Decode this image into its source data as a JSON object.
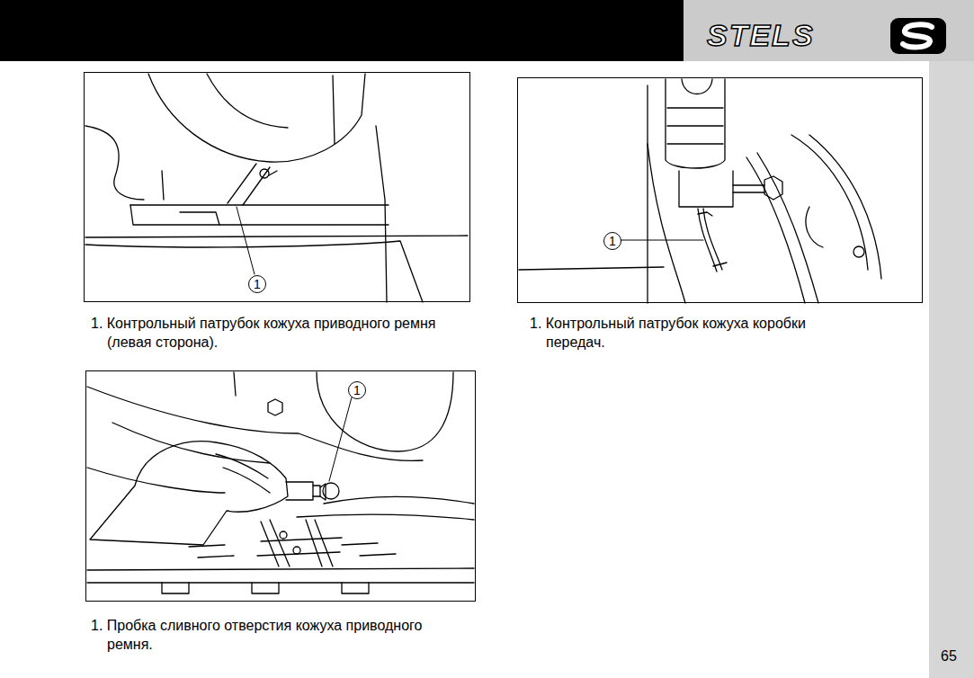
{
  "diagram": {
    "nodes": [
      {
        "text": [
          "1. Контрольный патрубок кожуха приводного ремня (левая сторона)."
        ]
      },
      {
        "text": [
          "1"
        ],
        "in": 0
      },
      {
        "text": [
          "1. Контрольный патрубок кожуха коробки передач."
        ]
      },
      {
        "text": [
          "1"
        ],
        "in": 2
      },
      {
        "text": [
          "1. Пробка сливного отверстия кожуха приводного ремня."
        ]
      },
      {
        "text": [
          "1"
        ],
        "in": 4
      }
    ],
    "edges": [],
    "labels": [
      "STELS",
      "65"
    ]
  }
}
